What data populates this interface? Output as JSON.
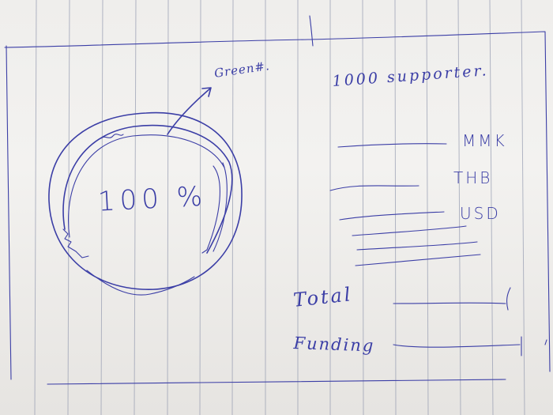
{
  "sketch": {
    "progress_ring": {
      "percent_label": "100 %",
      "color_note": "Green#.",
      "fill_fraction": 1.0
    },
    "supporters": {
      "label": "1000 supporter."
    },
    "currencies": [
      {
        "code": "MMK"
      },
      {
        "code": "THB"
      },
      {
        "code": "USD"
      }
    ],
    "total_funding": {
      "label_line1": "Total",
      "label_line2": "Funding"
    },
    "colors": {
      "ink": "#3b3ea6",
      "paper": "#f1f0ee",
      "ruling": "#9aa0b4"
    }
  }
}
